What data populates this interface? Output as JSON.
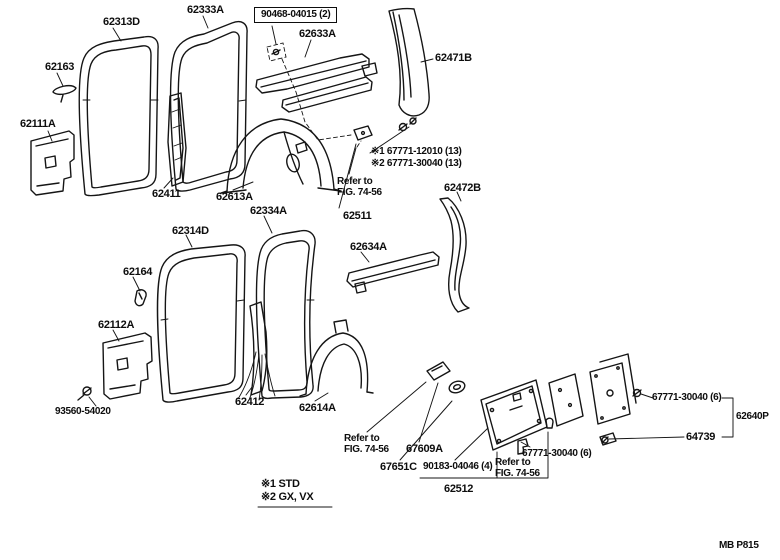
{
  "doc": {
    "footer_code": "MB P815"
  },
  "labels": {
    "l62313D": "62313D",
    "l62333A": "62333A",
    "l90468": "90468-04015 (2)",
    "l62633A": "62633A",
    "l62471B": "62471B",
    "l62163": "62163",
    "l62111A": "62111A",
    "l62411": "62411",
    "l62613A": "62613A",
    "l62334A": "62334A",
    "note1": "※1 67771-12010 (13)",
    "note2": "※2 67771-30040 (13)",
    "refer1": "Refer to\nFIG. 74-56",
    "l62511": "62511",
    "l62472B": "62472B",
    "l62314D": "62314D",
    "l62634A": "62634A",
    "l62164": "62164",
    "l62112A": "62112A",
    "l93560": "93560-54020",
    "l62412": "62412",
    "l62614A": "62614A",
    "refer2": "Refer to\nFIG. 74-56",
    "l67609A": "67609A",
    "l67651C": "67651C",
    "l90183": "90183-04046 (4)",
    "l67771a": "67771-30040 (6)",
    "l62640P": "62640P",
    "l64739": "64739",
    "l67771b": "67771-30040 (6)",
    "refer3": "Refer to\nFIG. 74-56",
    "l62512": "62512",
    "legend1": "※1 STD",
    "legend2": "※2 GX, VX"
  }
}
